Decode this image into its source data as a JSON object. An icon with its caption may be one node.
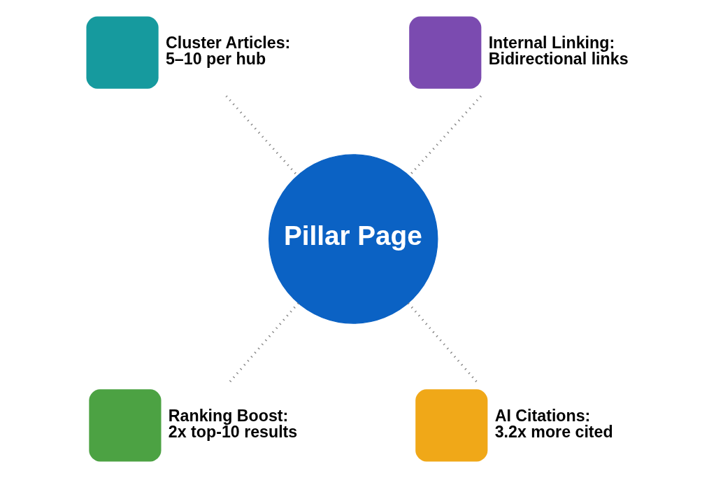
{
  "diagram": {
    "nodes": [
      {
        "text": [
          "Cluster Articles:",
          "5–10 per hub"
        ]
      },
      {
        "text": [
          "Internal Linking:",
          "Bidirectional links"
        ]
      },
      {
        "text": [
          "Pillar Page"
        ]
      },
      {
        "text": [
          "Ranking Boost:",
          "2x top-10 results"
        ]
      },
      {
        "text": [
          "AI Citations:",
          "3.2x more cited"
        ]
      }
    ],
    "edges": [
      {
        "from": 0,
        "to": 2,
        "arrow": "none",
        "style": "dashed"
      },
      {
        "from": 1,
        "to": 2,
        "arrow": "none",
        "style": "dashed"
      },
      {
        "from": 2,
        "to": 3,
        "arrow": "none",
        "style": "dashed"
      },
      {
        "from": 2,
        "to": 4,
        "arrow": "none",
        "style": "dashed"
      }
    ]
  }
}
